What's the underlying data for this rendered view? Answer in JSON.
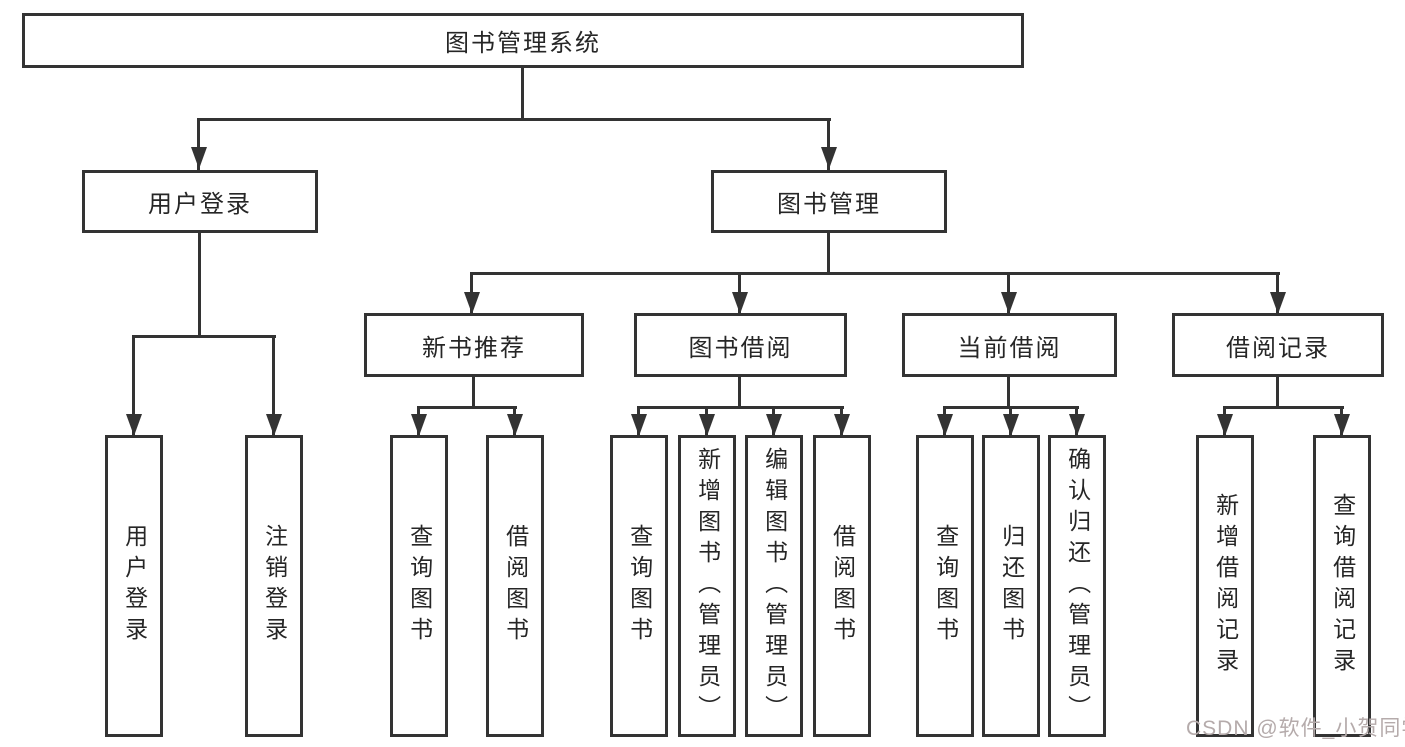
{
  "diagram_title": "图书管理系统",
  "colors": {
    "background": "#ffffff",
    "line": "#333333",
    "box_border": "#333333",
    "text": "#262626",
    "watermark": "#b5abab"
  },
  "tree": {
    "root": {
      "label": "图书管理系统"
    },
    "branches": [
      {
        "label": "用户登录",
        "leaves": [
          {
            "label": "用户登录"
          },
          {
            "label": "注销登录"
          }
        ]
      },
      {
        "label": "图书管理",
        "groups": [
          {
            "label": "新书推荐",
            "leaves": [
              {
                "label": "查询图书"
              },
              {
                "label": "借阅图书"
              }
            ]
          },
          {
            "label": "图书借阅",
            "leaves": [
              {
                "label": "查询图书"
              },
              {
                "label": "新增图书（管理员）"
              },
              {
                "label": "编辑图书（管理员）"
              },
              {
                "label": "借阅图书"
              }
            ]
          },
          {
            "label": "当前借阅",
            "leaves": [
              {
                "label": "查询图书"
              },
              {
                "label": "归还图书"
              },
              {
                "label": "确认归还（管理员）"
              }
            ]
          },
          {
            "label": "借阅记录",
            "leaves": [
              {
                "label": "新增借阅记录"
              },
              {
                "label": "查询借阅记录"
              }
            ]
          }
        ]
      }
    ]
  },
  "watermark": {
    "text": "CSDN @软件_小贺同学"
  }
}
